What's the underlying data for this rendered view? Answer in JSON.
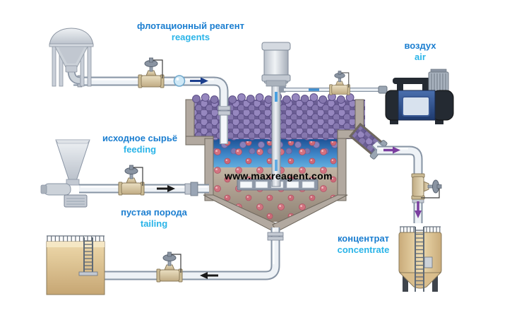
{
  "labels": {
    "reagent": {
      "ru": "флотационный реагент",
      "en": "reagents"
    },
    "feeding": {
      "ru": "исходное сырьё",
      "en": "feeding"
    },
    "tailing": {
      "ru": "пустая порода",
      "en": "tailing"
    },
    "air": {
      "ru": "воздух",
      "en": "air"
    },
    "concentrate": {
      "ru": "концентрат",
      "en": "concentrate"
    }
  },
  "watermark": "www.maxreagent.com",
  "colors": {
    "label_ru": "#1b7ed0",
    "label_en": "#2ab4e8",
    "watermark": "#000000",
    "froth_bubbles": "#9384bd",
    "pulp_water": "#2a6cb0",
    "mineral_bubbles": "#d4717f",
    "tank_tan": "#ddc497",
    "compressor_blue": "#33549a",
    "flow_arrow_blue": "#1c3f8e",
    "flow_arrow_black": "#1a1a1a",
    "flow_arrow_purple": "#7b3fa0"
  },
  "equipment": [
    "reagent-tank",
    "reagent-control-valve",
    "sight-glass",
    "flotation-cell",
    "agitator-motor",
    "impeller",
    "feed-hopper",
    "feed-control-valve",
    "air-compressor",
    "air-control-valve",
    "froth-chute",
    "concentrate-control-valve",
    "concentrate-silo",
    "tailings-control-valve",
    "tailings-tank"
  ]
}
